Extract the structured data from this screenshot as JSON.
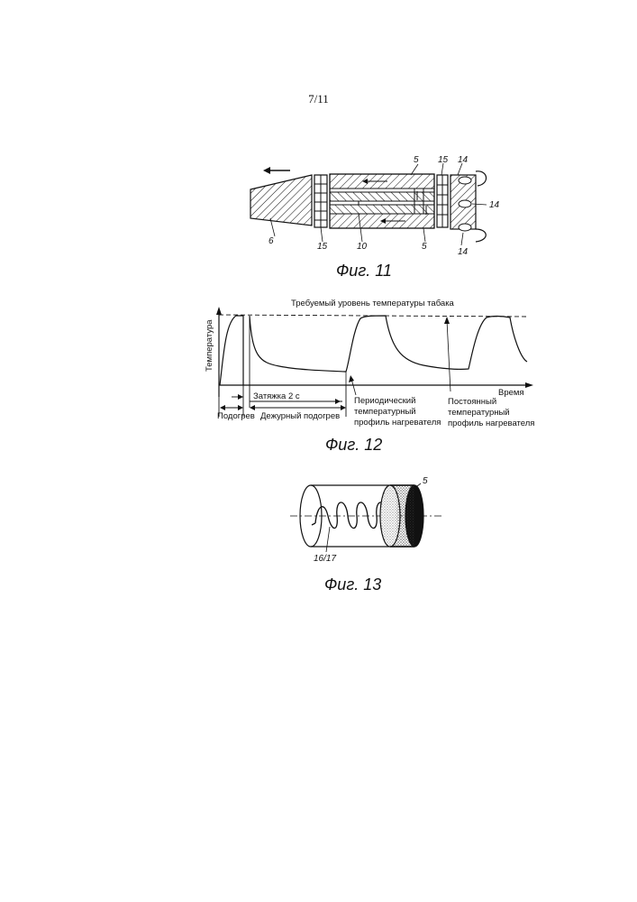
{
  "page_number": "7/11",
  "fig11": {
    "caption": "Фиг. 11",
    "labels": {
      "l5_top": "5",
      "l15_top": "15",
      "l14_top": "14",
      "l14_mid": "14",
      "l14_bot": "14",
      "l6": "6",
      "l15_bot": "15",
      "l10": "10",
      "l5_bot": "5"
    }
  },
  "fig12": {
    "caption": "Фиг. 12",
    "labels": {
      "required_level": "Требуемый уровень температуры табака",
      "y_axis": "Температура",
      "x_axis": "Время",
      "puff": "Затяжка 2 с",
      "preheat": "Подогрев",
      "standby": "Дежурный подогрев",
      "periodic_1": "Периодический",
      "periodic_2": "температурный",
      "periodic_3": "профиль нагревателя",
      "constant_1": "Постоянный",
      "constant_2": "температурный",
      "constant_3": "профиль нагревателя"
    }
  },
  "fig13": {
    "caption": "Фиг. 13",
    "labels": {
      "l5": "5",
      "l1617": "16/17"
    }
  }
}
